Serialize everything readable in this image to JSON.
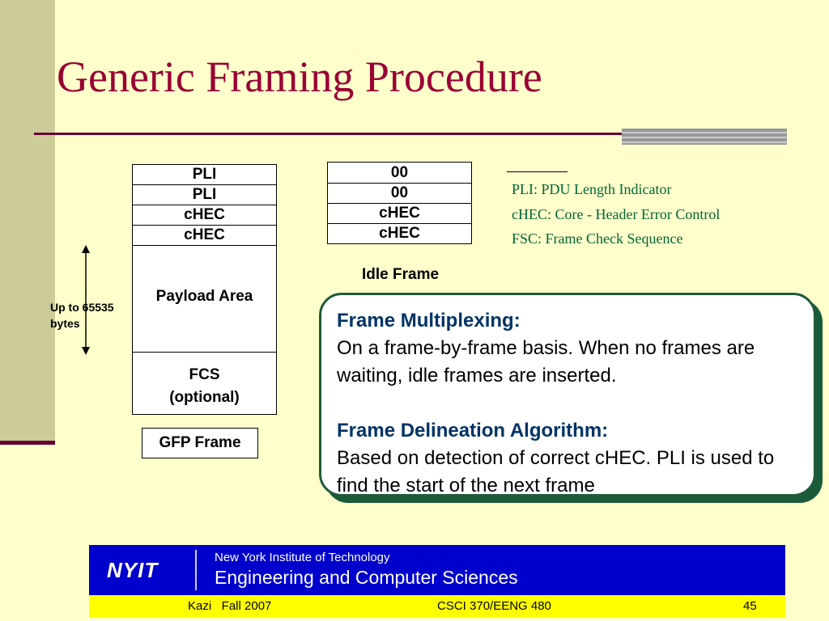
{
  "title": "Generic Framing Procedure",
  "gfp_frame": {
    "fields": [
      "PLI",
      "PLI",
      "cHEC",
      "cHEC"
    ],
    "payload": "Payload Area",
    "fcs_line1": "FCS",
    "fcs_line2": "(optional)",
    "label": "GFP Frame",
    "size_line1": "Up to 65535",
    "size_line2": "bytes"
  },
  "idle_frame": {
    "fields": [
      "00",
      "00",
      "cHEC",
      "cHEC"
    ],
    "label": "Idle Frame"
  },
  "legend": [
    "PLI: PDU Length Indicator",
    "cHEC: Core - Header Error Control",
    "FSC: Frame Check Sequence"
  ],
  "callout": {
    "heading1": "Frame Multiplexing:",
    "text1": "On a frame-by-frame basis. When no frames are waiting, idle frames are inserted.",
    "heading2": "Frame Delineation Algorithm:",
    "text2": "Based on detection of correct cHEC. PLI is used to find the start of the next frame"
  },
  "footer": {
    "logo": "NYIT",
    "institution": "New York Institute of Technology",
    "department": "Engineering and Computer Sciences",
    "author": "Kazi   Fall 2007",
    "course": "CSCI 370/EENG 480",
    "page": "45"
  },
  "colors": {
    "background": "#ffffcc",
    "title": "#990033",
    "legend": "#006633",
    "footer_blue": "#0000cc",
    "footer_yellow": "#ffff00"
  }
}
